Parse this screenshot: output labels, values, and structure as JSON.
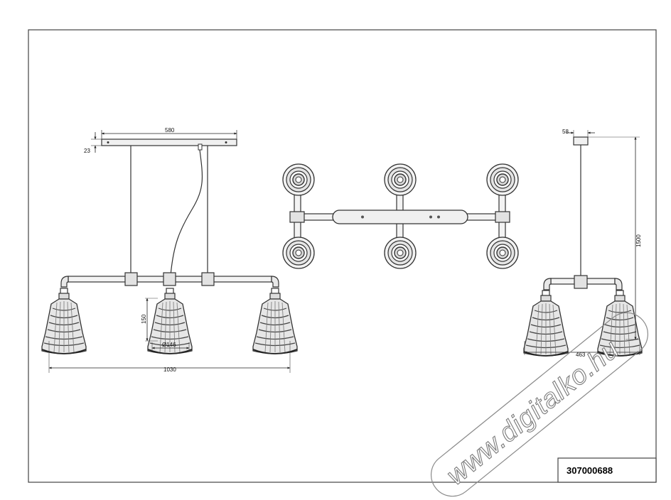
{
  "drawing": {
    "part_number": "307000688",
    "front_view": {
      "dim_canopy_width": "580",
      "dim_canopy_height": "23",
      "dim_shade_height": "150",
      "dim_shade_diameter": "Ø146",
      "dim_total_width": "1030"
    },
    "side_view": {
      "dim_canopy_depth": "58",
      "dim_total_height": "1500",
      "dim_depth": "463"
    }
  },
  "watermark": {
    "text": "www.digitalko.hu"
  }
}
